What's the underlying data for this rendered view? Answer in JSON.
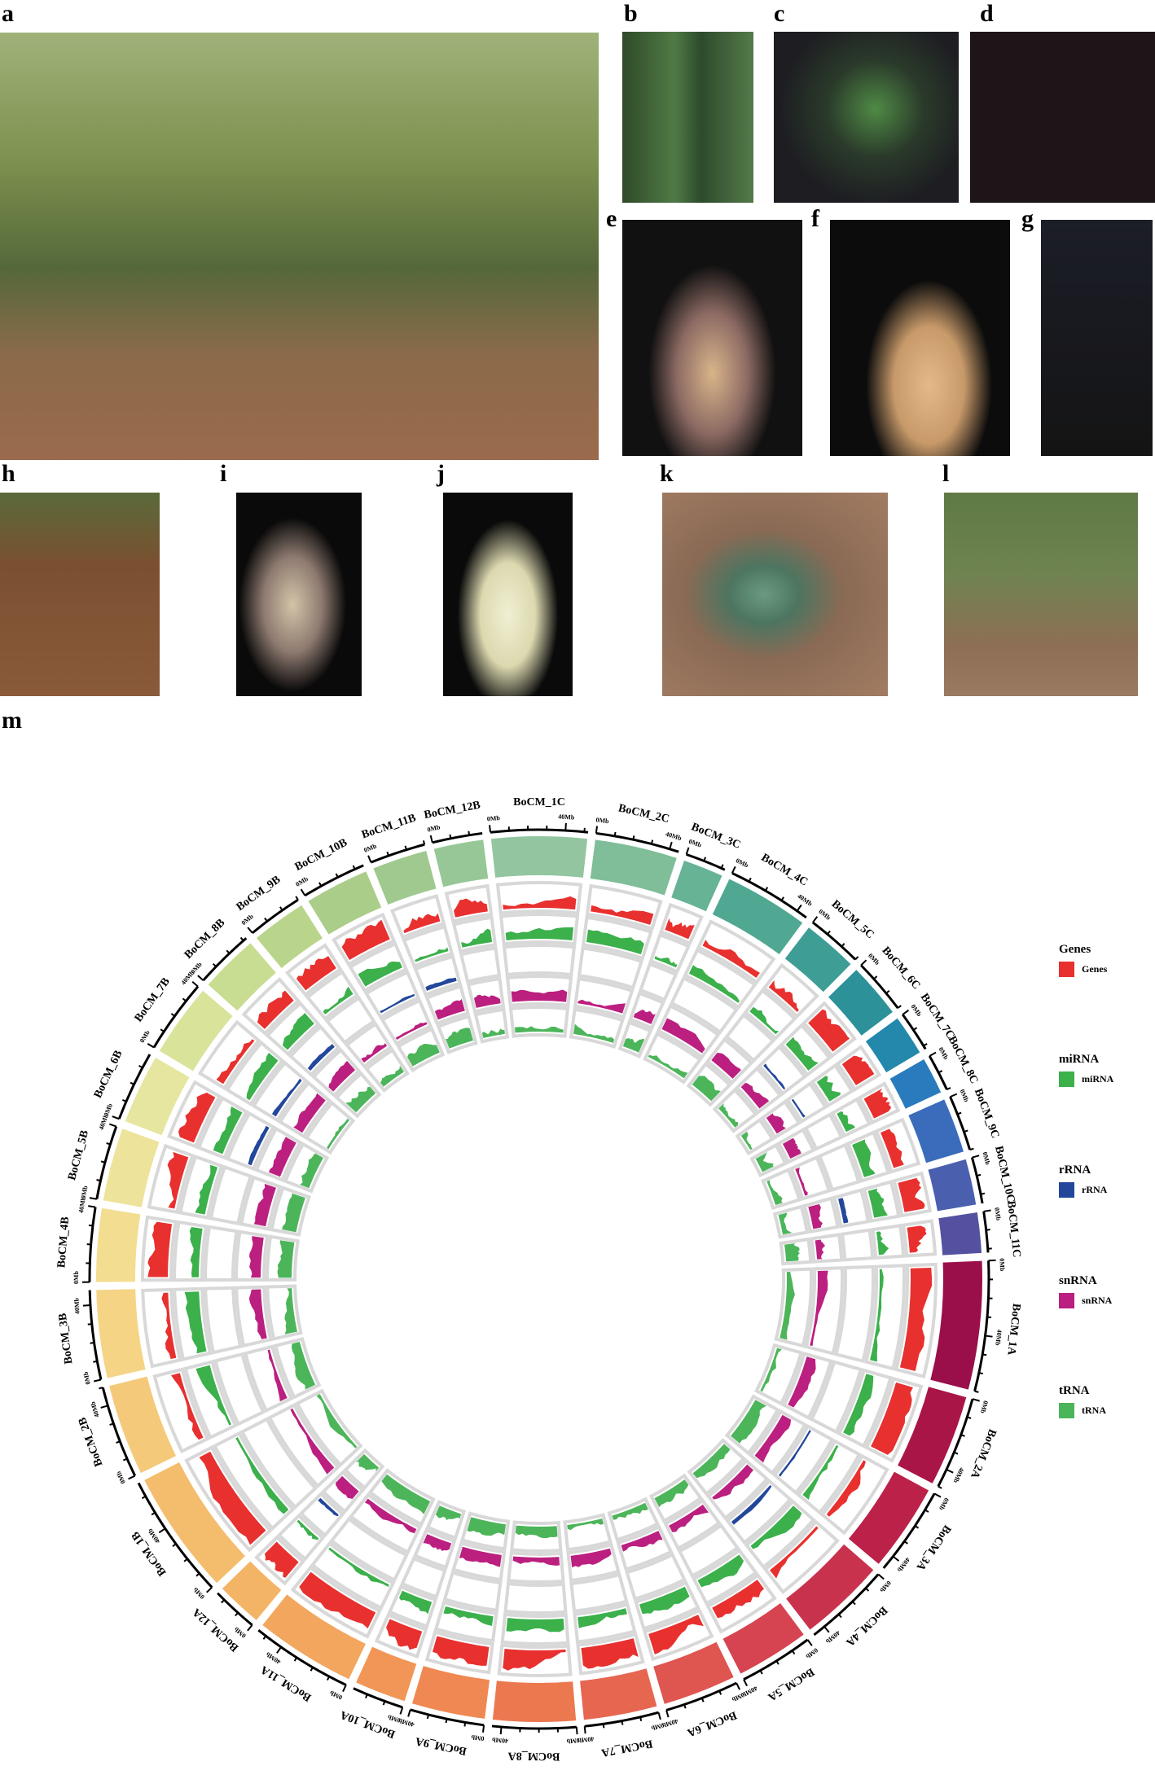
{
  "panel_labels": [
    "a",
    "b",
    "c",
    "d",
    "e",
    "f",
    "g",
    "h",
    "i",
    "j",
    "k",
    "l",
    "m"
  ],
  "legend": [
    {
      "title": "Genes",
      "label": "Genes",
      "color": "#e8302f"
    },
    {
      "title": "miRNA",
      "label": "miRNA",
      "color": "#3bb04b"
    },
    {
      "title": "rRNA",
      "label": "rRNA",
      "color": "#22479b"
    },
    {
      "title": "snRNA",
      "label": "snRNA",
      "color": "#bb1f7f"
    },
    {
      "title": "tRNA",
      "label": "tRNA",
      "color": "#4cb55a"
    }
  ],
  "tick_labels": {
    "start": "0Mb",
    "mid": "40Mb"
  },
  "chart_data": {
    "type": "circos",
    "tracks": [
      "Genes",
      "miRNA",
      "rRNA",
      "snRNA",
      "tRNA"
    ],
    "chromosomes": [
      {
        "name": "BoCM_1C",
        "size": 52,
        "color": "#93c6a0"
      },
      {
        "name": "BoCM_2C",
        "size": 45,
        "color": "#7fbe98"
      },
      {
        "name": "BoCM_3C",
        "size": 22,
        "color": "#66b395"
      },
      {
        "name": "BoCM_4C",
        "size": 46,
        "color": "#50a893"
      },
      {
        "name": "BoCM_5C",
        "size": 30,
        "color": "#3e9e96"
      },
      {
        "name": "BoCM_6C",
        "size": 30,
        "color": "#2c9199"
      },
      {
        "name": "BoCM_7C",
        "size": 22,
        "color": "#2388ab"
      },
      {
        "name": "BoCM_8C",
        "size": 20,
        "color": "#2a7bbd"
      },
      {
        "name": "BoCM_9C",
        "size": 30,
        "color": "#3a6cbb"
      },
      {
        "name": "BoCM_10C",
        "size": 25,
        "color": "#4a5fae"
      },
      {
        "name": "BoCM_11C",
        "size": 22,
        "color": "#5452a0"
      },
      {
        "name": "BoCM_1A",
        "size": 70,
        "color": "#9a0f4a"
      },
      {
        "name": "BoCM_2A",
        "size": 50,
        "color": "#aa1547"
      },
      {
        "name": "BoCM_3A",
        "size": 48,
        "color": "#bc2249"
      },
      {
        "name": "BoCM_4A",
        "size": 47,
        "color": "#c9324d"
      },
      {
        "name": "BoCM_5A",
        "size": 40,
        "color": "#d54450"
      },
      {
        "name": "BoCM_6A",
        "size": 40,
        "color": "#df5550"
      },
      {
        "name": "BoCM_7A",
        "size": 40,
        "color": "#e66650"
      },
      {
        "name": "BoCM_8A",
        "size": 45,
        "color": "#ec7850"
      },
      {
        "name": "BoCM_9A",
        "size": 40,
        "color": "#ef8852"
      },
      {
        "name": "BoCM_10A",
        "size": 28,
        "color": "#f19656"
      },
      {
        "name": "BoCM_11A",
        "size": 55,
        "color": "#f2a65e"
      },
      {
        "name": "BoCM_12A",
        "size": 25,
        "color": "#f3b466"
      },
      {
        "name": "BoCM_1B",
        "size": 68,
        "color": "#f4bd6e"
      },
      {
        "name": "BoCM_2B",
        "size": 50,
        "color": "#f5c97a"
      },
      {
        "name": "BoCM_3B",
        "size": 48,
        "color": "#f5d486"
      },
      {
        "name": "BoCM_4B",
        "size": 40,
        "color": "#f3dd91"
      },
      {
        "name": "BoCM_5B",
        "size": 40,
        "color": "#eee39a"
      },
      {
        "name": "BoCM_6B",
        "size": 38,
        "color": "#e6e6a0"
      },
      {
        "name": "BoCM_7B",
        "size": 40,
        "color": "#d9e39a"
      },
      {
        "name": "BoCM_8B",
        "size": 32,
        "color": "#c9dd92"
      },
      {
        "name": "BoCM_9B",
        "size": 30,
        "color": "#b9d58b"
      },
      {
        "name": "BoCM_10B",
        "size": 35,
        "color": "#aacd8a"
      },
      {
        "name": "BoCM_11B",
        "size": 30,
        "color": "#9fc98f"
      },
      {
        "name": "BoCM_12B",
        "size": 27,
        "color": "#98c797"
      }
    ]
  }
}
